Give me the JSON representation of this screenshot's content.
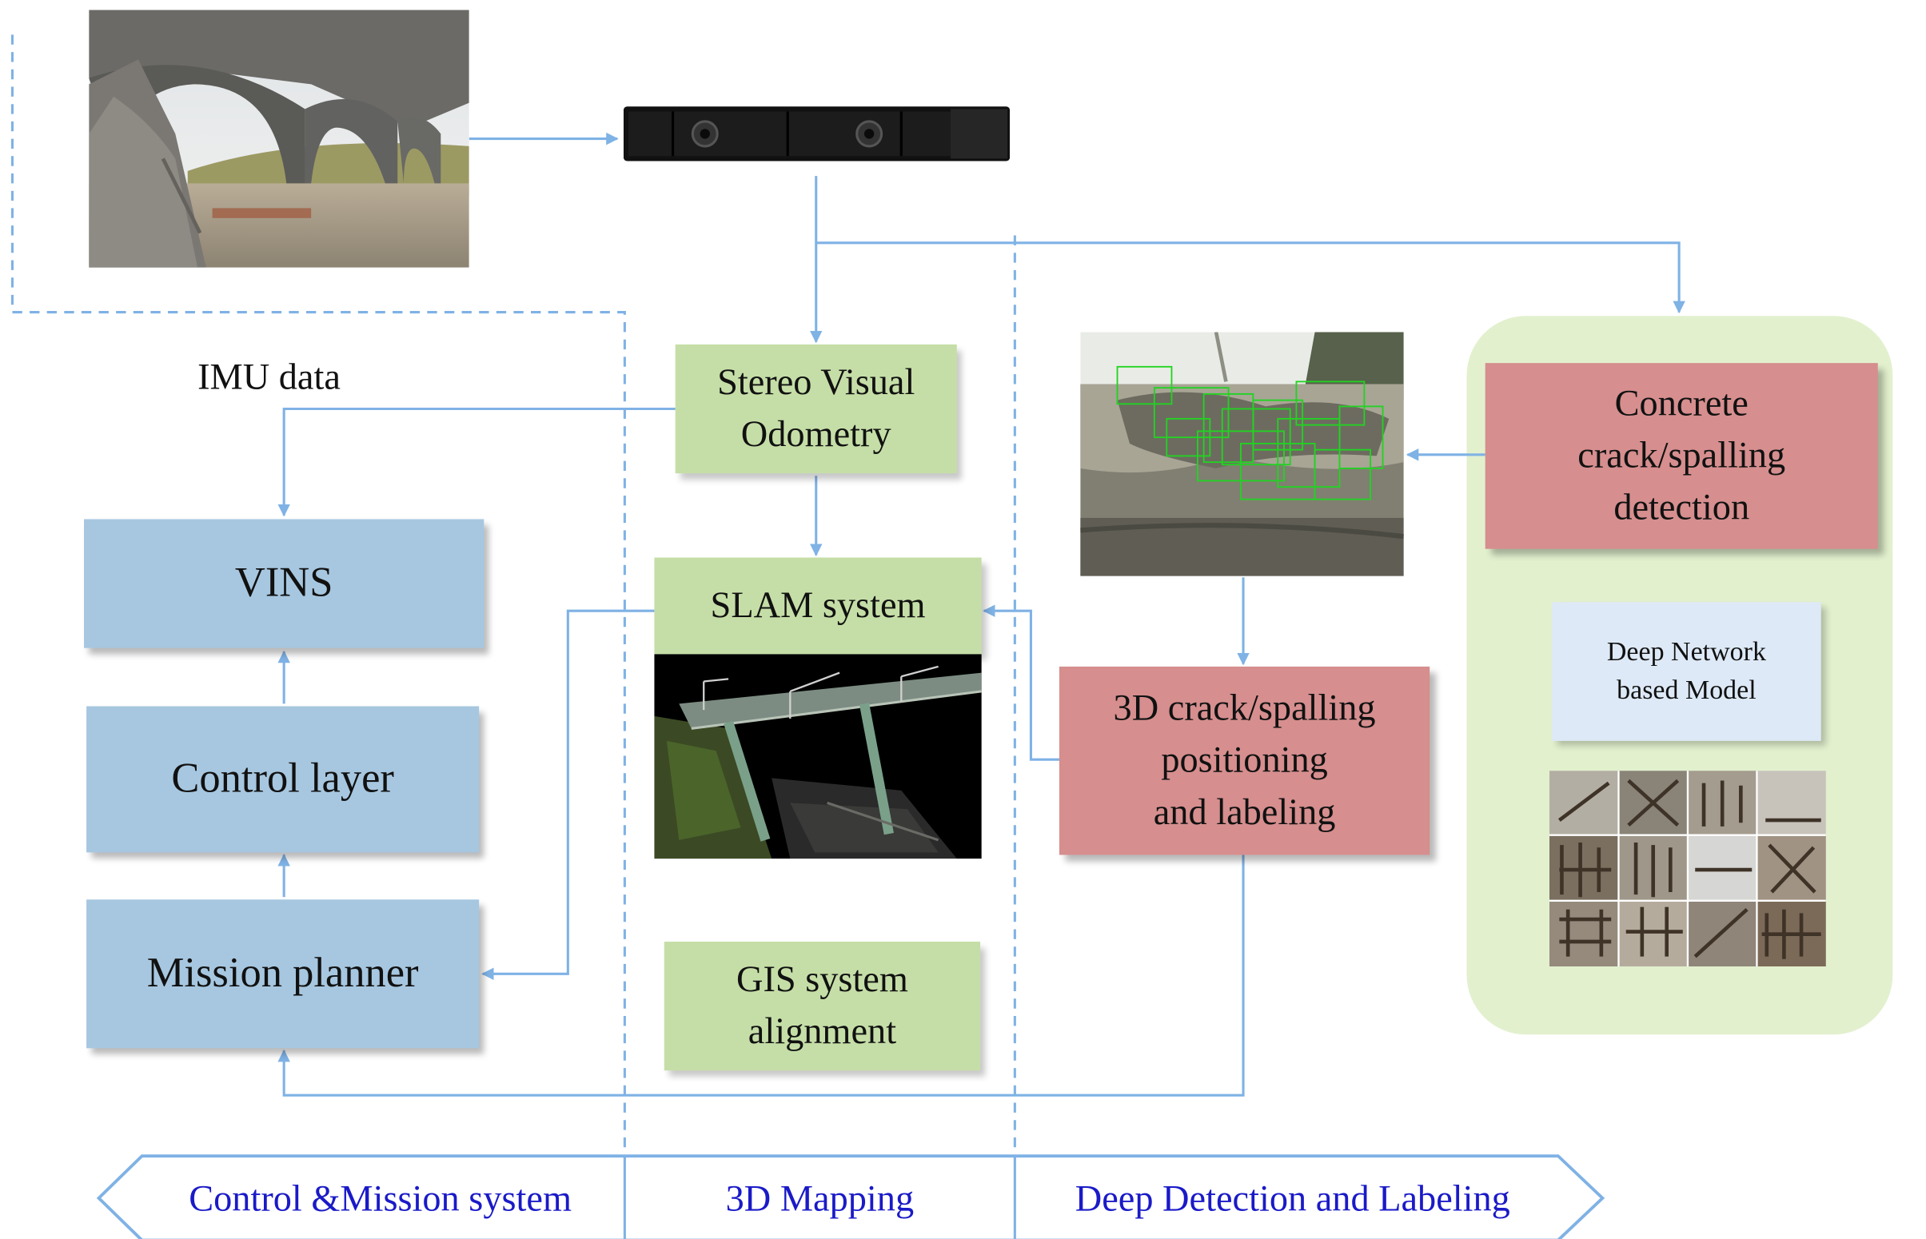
{
  "top_labels": {
    "imu": "IMU data"
  },
  "control": {
    "vins": "VINS",
    "control_layer": "Control layer",
    "mission_planner": "Mission planner"
  },
  "mapping": {
    "stereo_line1": "Stereo Visual",
    "stereo_line2": "Odometry",
    "slam": "SLAM system",
    "gis_line1": "GIS system",
    "gis_line2": "alignment"
  },
  "detection": {
    "concrete_line1": "Concrete",
    "concrete_line2": "crack/spalling",
    "concrete_line3": "detection",
    "positioning_line1": "3D crack/spalling",
    "positioning_line2": "positioning",
    "positioning_line3": "and labeling",
    "model_line1": "Deep Network",
    "model_line2": "based Model"
  },
  "footer": {
    "control_mission": "Control &Mission system",
    "mapping": "3D Mapping",
    "detection": "Deep Detection and Labeling"
  },
  "colors": {
    "arrow": "#7fb2e5",
    "control_box": "#a7c7e0",
    "mapping_box": "#c5dea7",
    "detection_box": "#d68e8e",
    "model_box": "#dde9f6",
    "panel": "#e2f0ce",
    "footer_text": "#1a1ac8"
  }
}
